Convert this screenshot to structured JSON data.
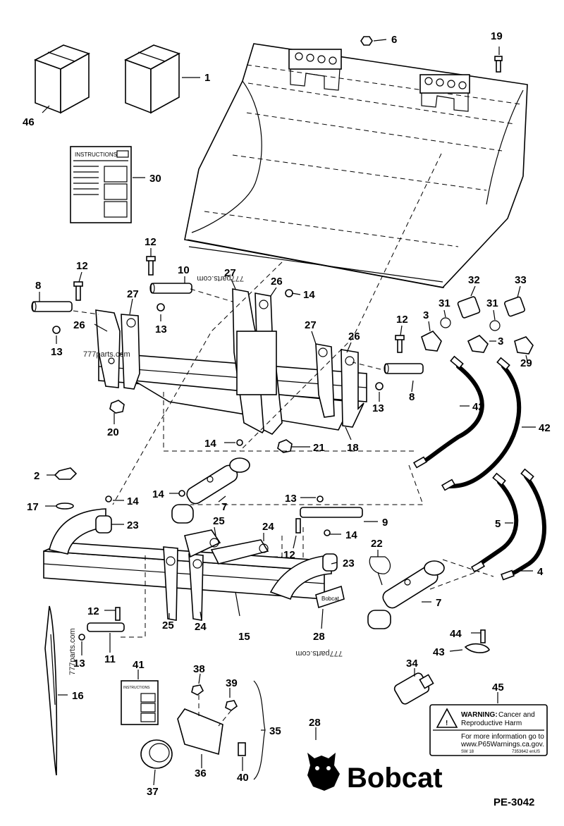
{
  "diagram_id": "PE-3042",
  "brand": "Bobcat",
  "instructions_label": "INSTRUCTIONS",
  "warning": {
    "title": "WARNING:",
    "line1": "Cancer and",
    "line2": "Reproductive Harm",
    "line3": "For more information go to",
    "link": "www.P65Warnings.ca.gov.",
    "code_left": "SW 18",
    "code_right": "7353642 enUS"
  },
  "watermarks": [
    "777parts.com",
    "777parts.com",
    "777parts.com",
    "777parts.com"
  ],
  "callouts": [
    "46",
    "1",
    "6",
    "19",
    "30",
    "12",
    "10",
    "27",
    "26",
    "14",
    "8",
    "12",
    "27",
    "13",
    "26",
    "13",
    "27",
    "12",
    "26",
    "3",
    "31",
    "32",
    "31",
    "33",
    "3",
    "29",
    "8",
    "13",
    "20",
    "21",
    "18",
    "42",
    "42",
    "14",
    "2",
    "7",
    "14",
    "14",
    "17",
    "23",
    "13",
    "9",
    "25",
    "24",
    "12",
    "14",
    "22",
    "5",
    "23",
    "4",
    "7",
    "12",
    "25",
    "24",
    "15",
    "28",
    "13",
    "11",
    "44",
    "43",
    "41",
    "38",
    "39",
    "34",
    "45",
    "16",
    "35",
    "28",
    "36",
    "40",
    "37"
  ]
}
